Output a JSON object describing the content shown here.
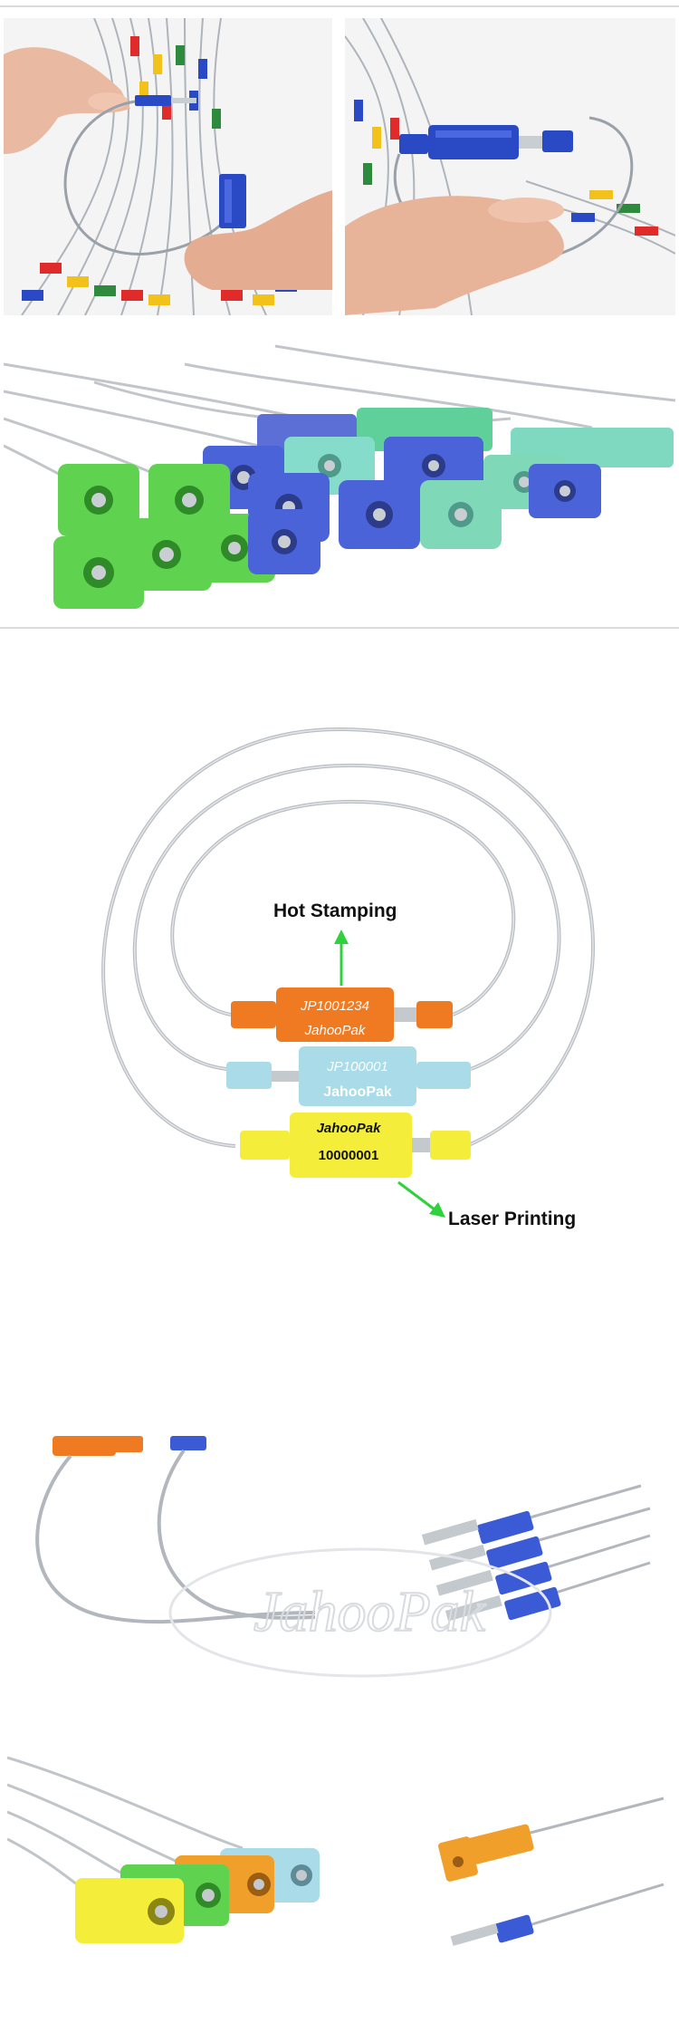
{
  "diagram": {
    "hot_stamping_label": "Hot Stamping",
    "laser_printing_label": "Laser Printing",
    "orange_seal": {
      "code": "JP1001234",
      "brand": "JahooPak",
      "color": "#f07a21"
    },
    "blue_seal": {
      "code": "JP100001",
      "brand": "JahooPak",
      "color": "#a9dbe8"
    },
    "yellow_seal": {
      "code": "10000001",
      "brand": "JahooPak",
      "color": "#f4ee3a"
    },
    "arrow_color": "#2fd13c"
  },
  "watermark": {
    "text": "JahooPak"
  },
  "colors": {
    "green": "#5fd34f",
    "blue": "#4a63d8",
    "mint": "#7fd9b8",
    "cable": "#b9bec4",
    "divider": "#cfd2d6"
  }
}
